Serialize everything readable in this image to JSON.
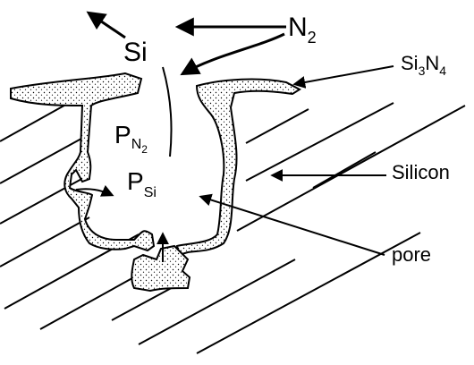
{
  "labels": {
    "n2": {
      "main": "N",
      "sub": "2"
    },
    "si": "Si",
    "si3n4": {
      "p1": "Si",
      "s1": "3",
      "p2": "N",
      "s2": "4"
    },
    "pn2": {
      "main": "P",
      "sub": "N",
      "subsub": "2"
    },
    "psi": {
      "main": "P",
      "sub": "Si"
    },
    "silicon": "Silicon",
    "pore": "pore"
  },
  "colors": {
    "ink": "#000000",
    "background": "#ffffff"
  }
}
